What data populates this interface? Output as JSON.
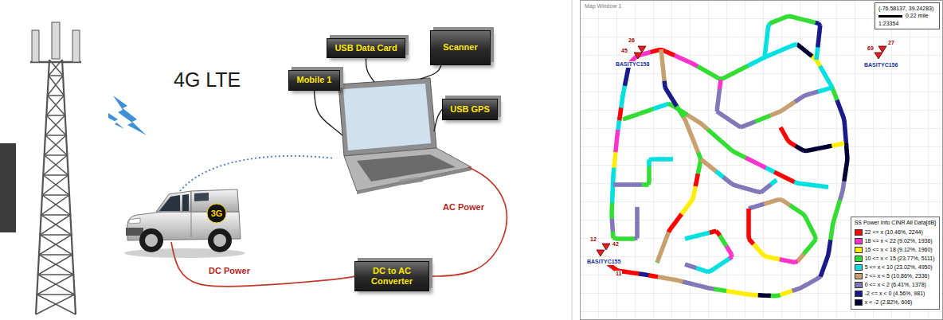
{
  "diagram": {
    "nodes": [
      {
        "text": [
          "USB Data Card"
        ]
      },
      {
        "text": [
          "Scanner"
        ]
      },
      {
        "text": [
          "Mobile 1"
        ]
      },
      {
        "text": [
          "USB GPS"
        ]
      },
      {
        "text": [
          "DC to AC Converter"
        ]
      },
      {
        "text": [
          "(-76.58137, 39.24283)",
          "0.22 mile",
          "1:23354"
        ]
      }
    ],
    "labels": [
      "4G LTE",
      "3G",
      "DC Power",
      "AC Power",
      "Map Window 1",
      "26",
      "45",
      "BASITYC158",
      "27",
      "69",
      "BASITYC156",
      "12",
      "42",
      "BASITYC155",
      "11",
      "SS Power Info CINR All Data[dB]"
    ],
    "legend": [
      {
        "text": "22 <= x (10.46%, 2244)",
        "color": "#ff0000"
      },
      {
        "text": "18 <= x < 22 (9.02%, 1936)",
        "color": "#ff33cc"
      },
      {
        "text": "15 <= x < 18 (9.12%, 1960)",
        "color": "#ffee00"
      },
      {
        "text": "10 <= x < 15 (23.77%, 5111)",
        "color": "#33dd33"
      },
      {
        "text": "5 <= x < 10 (23.02%, 4950)",
        "color": "#00e0e0"
      },
      {
        "text": "2 <= x < 5 (10.86%, 2336)",
        "color": "#c8a070"
      },
      {
        "text": "0 <= x < 2 (6.41%, 1378)",
        "color": "#8078b8"
      },
      {
        "text": "-2 <= x < 0 (4.56%, 981)",
        "color": "#1a1a8c"
      },
      {
        "text": "x < -2 (2.82%, 606)",
        "color": "#000033"
      }
    ]
  }
}
